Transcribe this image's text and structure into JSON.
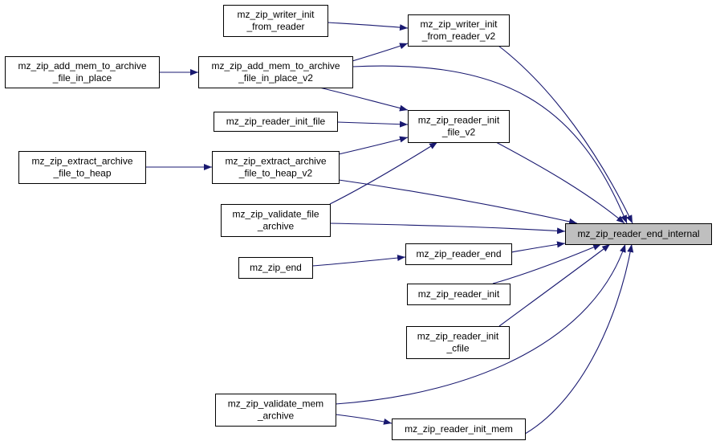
{
  "nodes": [
    {
      "id": "writer_init_from_reader",
      "lines": [
        "mz_zip_writer_init",
        "_from_reader"
      ],
      "highlight": false
    },
    {
      "id": "writer_init_from_reader_v2",
      "lines": [
        "mz_zip_writer_init",
        "_from_reader_v2"
      ],
      "highlight": false
    },
    {
      "id": "add_mem_in_place",
      "lines": [
        "mz_zip_add_mem_to_archive",
        "_file_in_place"
      ],
      "highlight": false
    },
    {
      "id": "add_mem_in_place_v2",
      "lines": [
        "mz_zip_add_mem_to_archive",
        "_file_in_place_v2"
      ],
      "highlight": false
    },
    {
      "id": "reader_init_file",
      "lines": [
        "mz_zip_reader_init_file"
      ],
      "highlight": false
    },
    {
      "id": "reader_init_file_v2",
      "lines": [
        "mz_zip_reader_init",
        "_file_v2"
      ],
      "highlight": false
    },
    {
      "id": "extract_to_heap",
      "lines": [
        "mz_zip_extract_archive",
        "_file_to_heap"
      ],
      "highlight": false
    },
    {
      "id": "extract_to_heap_v2",
      "lines": [
        "mz_zip_extract_archive",
        "_file_to_heap_v2"
      ],
      "highlight": false
    },
    {
      "id": "validate_file_archive",
      "lines": [
        "mz_zip_validate_file",
        "_archive"
      ],
      "highlight": false
    },
    {
      "id": "end_internal",
      "lines": [
        "mz_zip_reader_end_internal"
      ],
      "highlight": true
    },
    {
      "id": "zip_end",
      "lines": [
        "mz_zip_end"
      ],
      "highlight": false
    },
    {
      "id": "reader_end",
      "lines": [
        "mz_zip_reader_end"
      ],
      "highlight": false
    },
    {
      "id": "reader_init",
      "lines": [
        "mz_zip_reader_init"
      ],
      "highlight": false
    },
    {
      "id": "reader_init_cfile",
      "lines": [
        "mz_zip_reader_init",
        "_cfile"
      ],
      "highlight": false
    },
    {
      "id": "validate_mem_archive",
      "lines": [
        "mz_zip_validate_mem",
        "_archive"
      ],
      "highlight": false
    },
    {
      "id": "reader_init_mem",
      "lines": [
        "mz_zip_reader_init_mem"
      ],
      "highlight": false
    }
  ],
  "edges": [
    {
      "from": "writer_init_from_reader",
      "to": "writer_init_from_reader_v2"
    },
    {
      "from": "add_mem_in_place_v2",
      "to": "writer_init_from_reader_v2"
    },
    {
      "from": "add_mem_in_place",
      "to": "add_mem_in_place_v2"
    },
    {
      "from": "add_mem_in_place_v2",
      "to": "reader_init_file_v2"
    },
    {
      "from": "reader_init_file",
      "to": "reader_init_file_v2"
    },
    {
      "from": "extract_to_heap",
      "to": "extract_to_heap_v2"
    },
    {
      "from": "extract_to_heap_v2",
      "to": "reader_init_file_v2"
    },
    {
      "from": "validate_file_archive",
      "to": "reader_init_file_v2"
    },
    {
      "from": "zip_end",
      "to": "reader_end"
    },
    {
      "from": "validate_mem_archive",
      "to": "reader_init_mem"
    },
    {
      "from": "writer_init_from_reader_v2",
      "to": "end_internal"
    },
    {
      "from": "add_mem_in_place_v2",
      "to": "end_internal"
    },
    {
      "from": "reader_init_file_v2",
      "to": "end_internal"
    },
    {
      "from": "extract_to_heap_v2",
      "to": "end_internal"
    },
    {
      "from": "validate_file_archive",
      "to": "end_internal"
    },
    {
      "from": "reader_end",
      "to": "end_internal"
    },
    {
      "from": "reader_init",
      "to": "end_internal"
    },
    {
      "from": "reader_init_cfile",
      "to": "end_internal"
    },
    {
      "from": "validate_mem_archive",
      "to": "end_internal"
    },
    {
      "from": "reader_init_mem",
      "to": "end_internal"
    }
  ],
  "colors": {
    "edge": "#191970",
    "highlight_fill": "#bfbfbf",
    "node_border": "#000000"
  }
}
